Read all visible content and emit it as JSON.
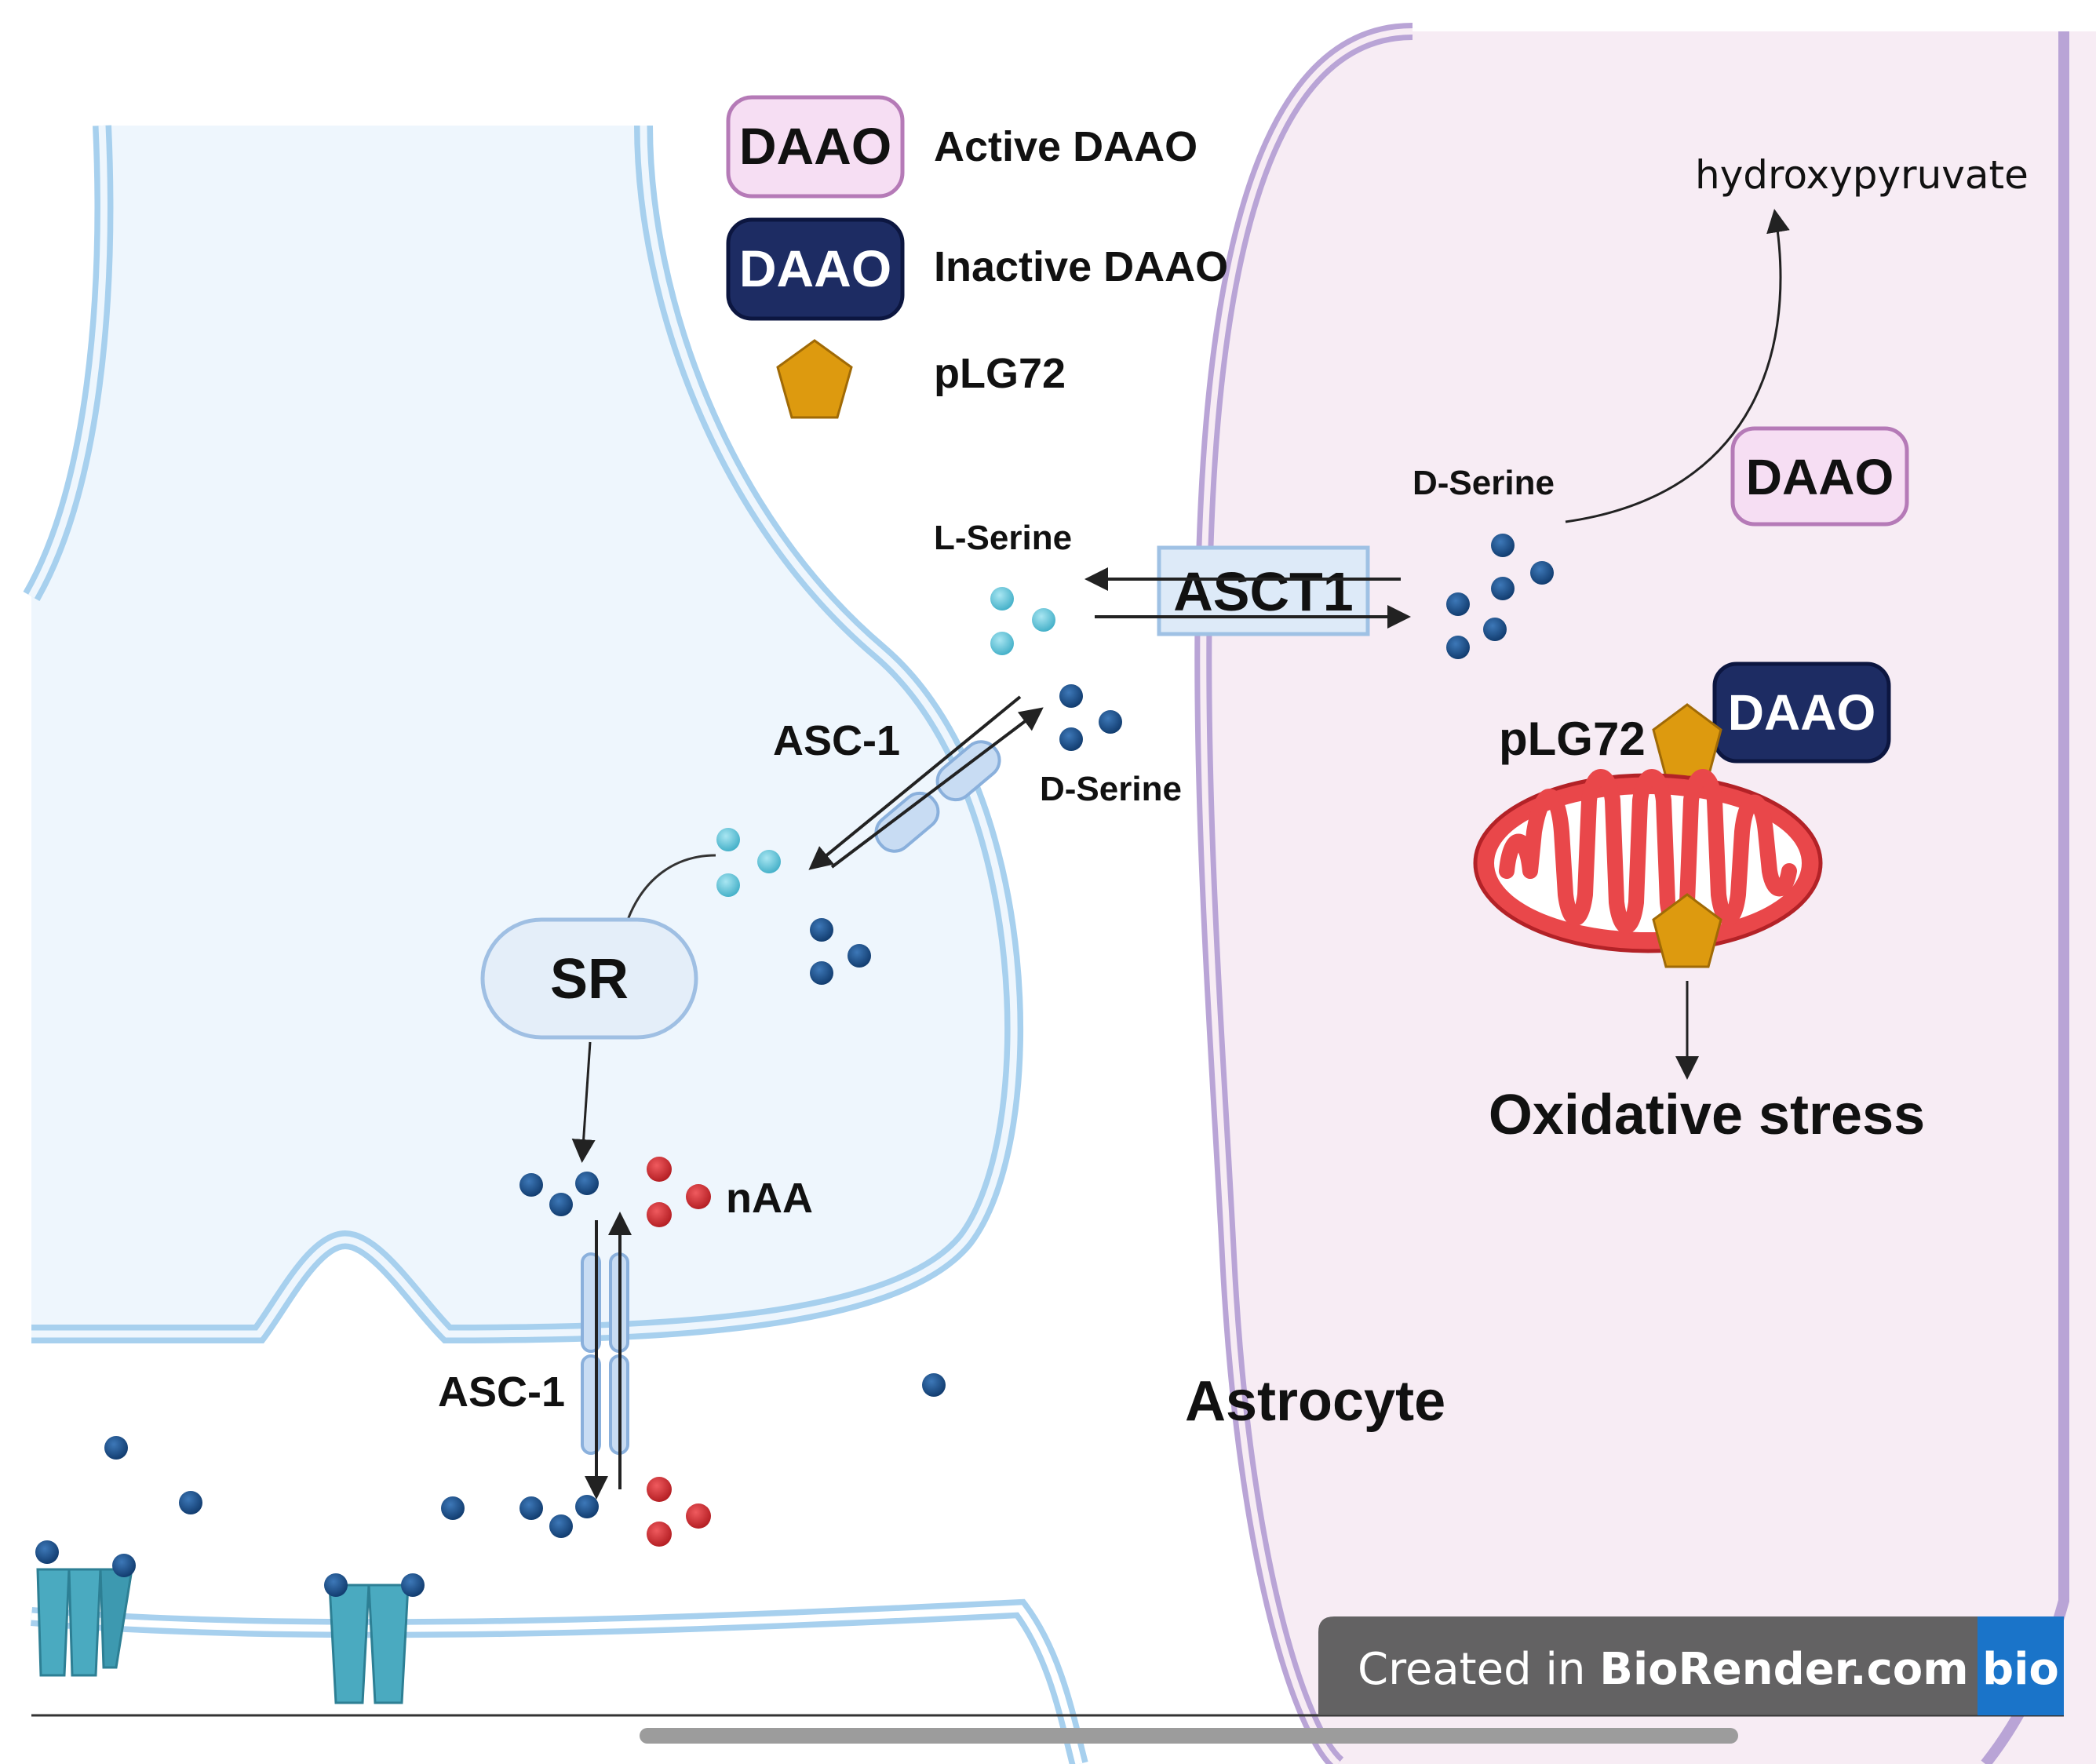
{
  "legend": {
    "active_box": "DAAO",
    "active_label": "Active DAAO",
    "inactive_box": "DAAO",
    "inactive_label": "Inactive DAAO",
    "plg72_label": "pLG72"
  },
  "labels": {
    "hydroxypyruvate": "hydroxypyruvate",
    "d_serine_astro": "D-Serine",
    "daao_active": "DAAO",
    "daao_inactive": "DAAO",
    "plg72": "pLG72",
    "l_serine": "L-Serine",
    "asct1": "ASCT1",
    "asc1_upper": "ASC-1",
    "d_serine_gap": "D-Serine",
    "sr": "SR",
    "naa": "nAA",
    "asc1_lower": "ASC-1",
    "astrocyte": "Astrocyte",
    "oxidative_stress": "Oxidative stress"
  },
  "watermark": {
    "prefix": "Created in ",
    "brand": "BioRender.com",
    "logo": "bio"
  },
  "colors": {
    "active_daao_fill": "#f6def3",
    "active_daao_stroke": "#b57ab7",
    "inactive_daao_fill": "#1d2c63",
    "plg72": "#dd9a0f",
    "l_serine": "#5fc2d8",
    "d_serine": "#1c528f",
    "naa": "#cc2a2f",
    "membrane": "#a7d0ee",
    "astrocyte_fill": "#f7ecf4",
    "astrocyte_stroke": "#b9a4d6",
    "mitochondria": "#d9383c",
    "transporter": "#4aaac0"
  }
}
